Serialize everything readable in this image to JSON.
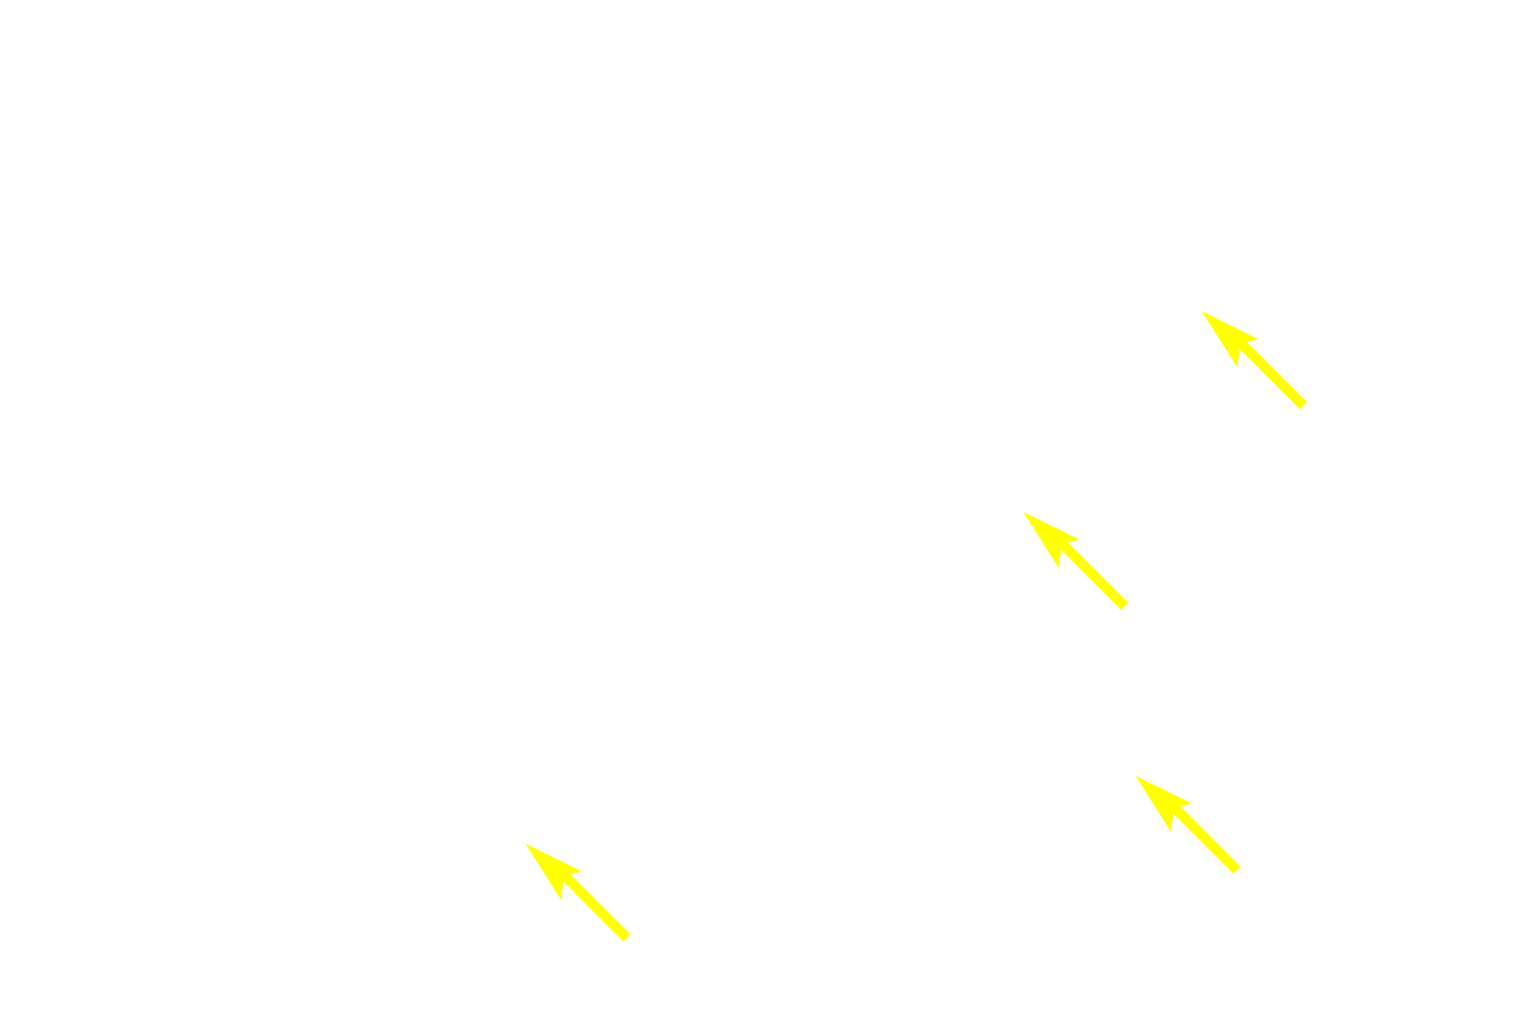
{
  "canvas": {
    "background_color": "#ffffff"
  },
  "arrows": [
    {
      "name": "arrow-1",
      "icon": "arrow-up-left-icon",
      "color": "#ffff00"
    },
    {
      "name": "arrow-2",
      "icon": "arrow-up-left-icon",
      "color": "#ffff00"
    },
    {
      "name": "arrow-3",
      "icon": "arrow-up-left-icon",
      "color": "#ffff00"
    },
    {
      "name": "arrow-4",
      "icon": "arrow-up-left-icon",
      "color": "#ffff00"
    }
  ]
}
